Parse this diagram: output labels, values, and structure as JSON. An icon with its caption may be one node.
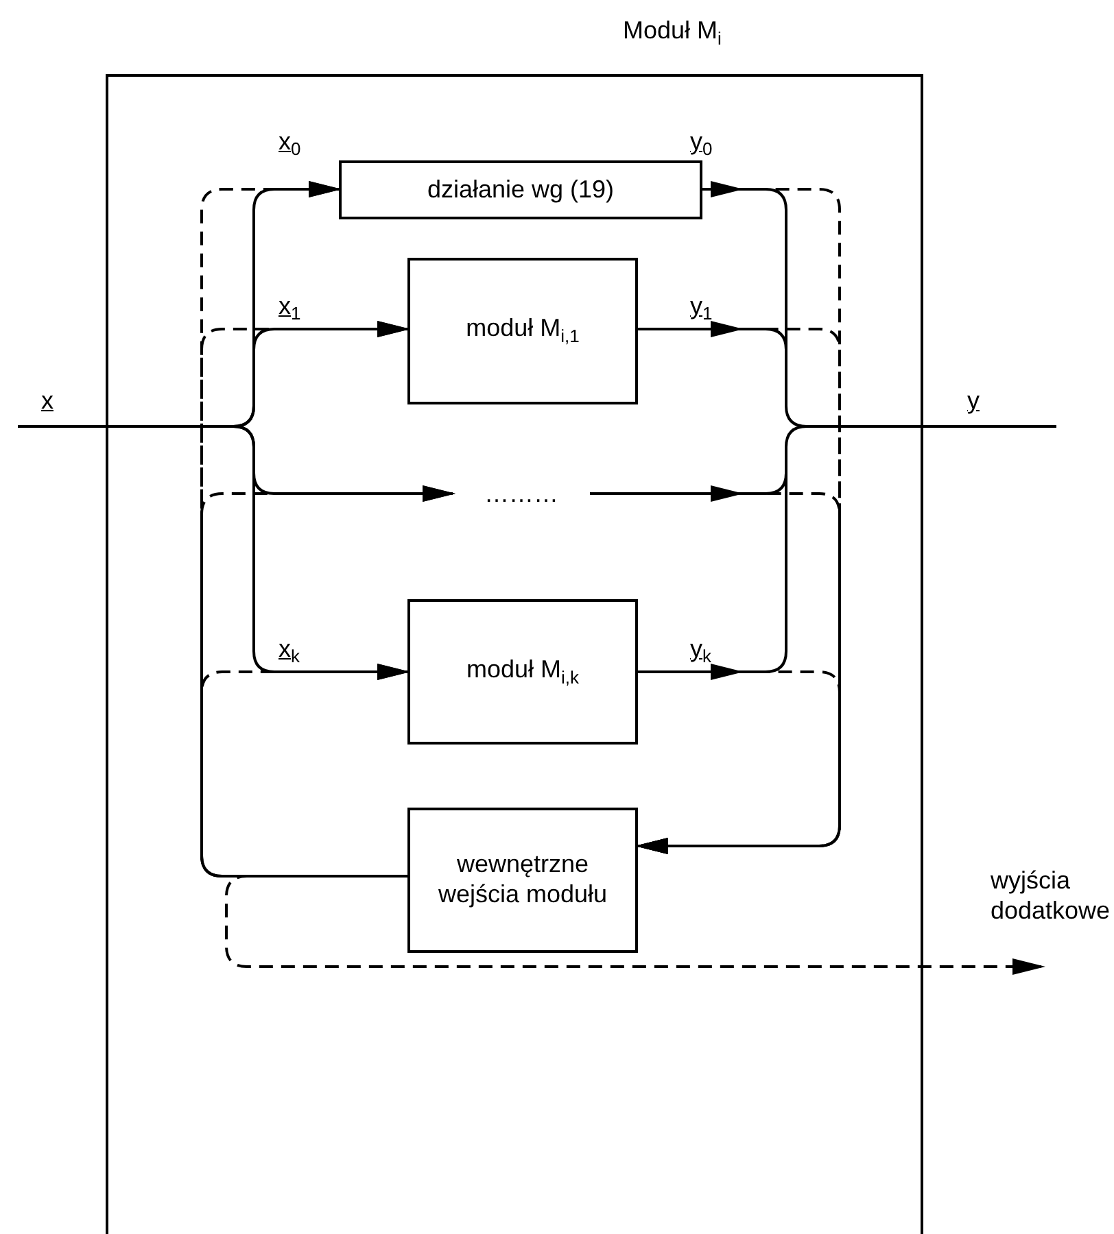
{
  "diagram": {
    "nodes": [
      {
        "text": [
          "Moduł M$_{i}$"
        ]
      },
      {
        "text": [
          "działanie wg (19)"
        ],
        "in": 0
      },
      {
        "text": [
          "moduł M$_{i,1}$"
        ],
        "in": 0
      },
      {
        "text": [
          "………"
        ],
        "in": 0
      },
      {
        "text": [
          "moduł M$_{i,k}$"
        ],
        "in": 0
      },
      {
        "text": [
          "wewnętrzne wejścia modułu"
        ],
        "in": 0
      }
    ],
    "edges": [
      {
        "from": null,
        "to": 1,
        "arrow": "to",
        "label": "x$_{0}$"
      },
      {
        "from": null,
        "to": 2,
        "arrow": "to",
        "label": "x$_{1}$"
      },
      {
        "from": null,
        "to": 3,
        "arrow": "to"
      },
      {
        "from": null,
        "to": 4,
        "arrow": "to",
        "label": "x$_{k}$"
      },
      {
        "from": 1,
        "to": null,
        "arrow": "to",
        "label": "y$_{0}$"
      },
      {
        "from": 2,
        "to": null,
        "arrow": "to",
        "label": "y$_{1}$"
      },
      {
        "from": 3,
        "to": null,
        "arrow": "to"
      },
      {
        "from": 4,
        "to": null,
        "arrow": "to",
        "label": "y$_{k}$"
      },
      {
        "from": 1,
        "to": 5,
        "arrow": "to",
        "style": "dashed"
      },
      {
        "from": 2,
        "to": 5,
        "arrow": "to",
        "style": "dashed"
      },
      {
        "from": 3,
        "to": 5,
        "arrow": "to",
        "style": "dashed"
      },
      {
        "from": 4,
        "to": 5,
        "arrow": "to",
        "style": "dashed"
      },
      {
        "from": 5,
        "to": 1,
        "arrow": "to",
        "style": "dashed"
      },
      {
        "from": 5,
        "to": 2,
        "arrow": "to",
        "style": "dashed"
      },
      {
        "from": 5,
        "to": 3,
        "arrow": "to",
        "style": "dashed"
      },
      {
        "from": 5,
        "to": 4,
        "arrow": "to",
        "style": "dashed"
      },
      {
        "from": 5,
        "to": null,
        "arrow": "to",
        "style": "dashed",
        "label": "wyjścia dodatkowe"
      }
    ],
    "labels": [
      "x",
      "y"
    ]
  }
}
